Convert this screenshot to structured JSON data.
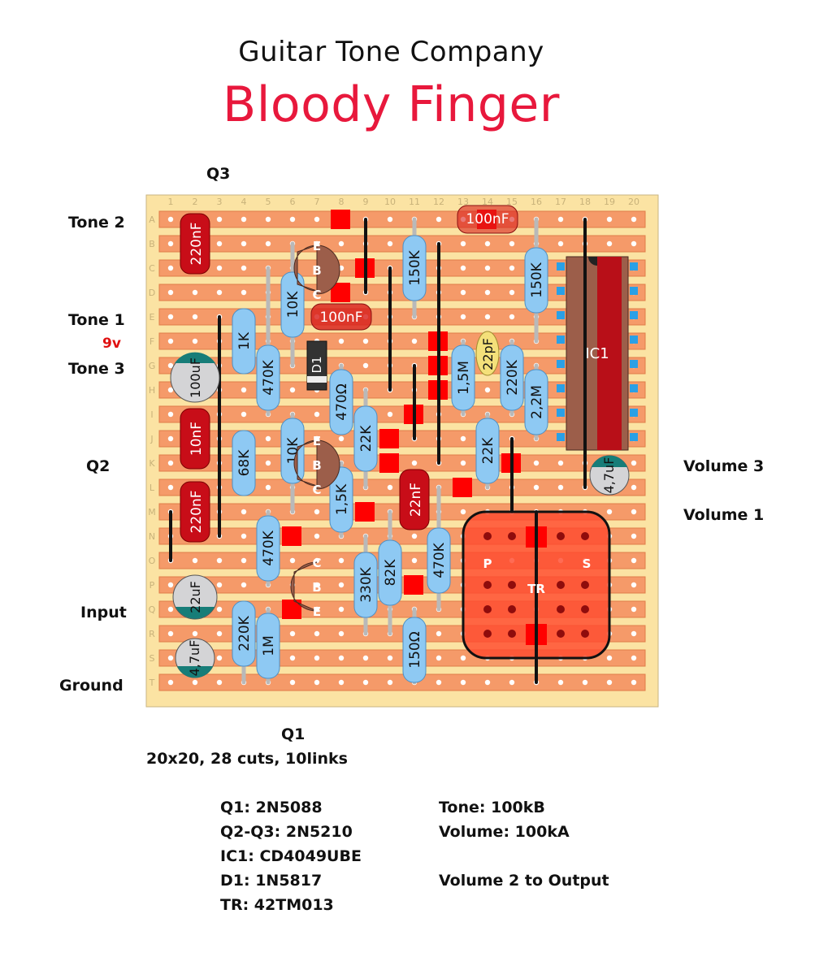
{
  "header": {
    "company": "Guitar Tone Company",
    "title": "Bloody Finger"
  },
  "board": {
    "columns": [
      "1",
      "2",
      "3",
      "4",
      "5",
      "6",
      "7",
      "8",
      "9",
      "10",
      "11",
      "12",
      "13",
      "14",
      "15",
      "16",
      "17",
      "18",
      "19",
      "20"
    ],
    "rows": [
      "A",
      "B",
      "C",
      "D",
      "E",
      "F",
      "G",
      "H",
      "I",
      "J",
      "K",
      "L",
      "M",
      "N",
      "O",
      "P",
      "Q",
      "R",
      "S",
      "T"
    ],
    "colors": {
      "board": "#fbe3a3",
      "strip": "#f59a69",
      "cut": "#ff0000",
      "resistor": "#8ec9f3",
      "film_cap": "#c80d18",
      "transistor": "#9c5e4a"
    }
  },
  "labels": {
    "q3": "Q3",
    "tone2": "Tone 2",
    "tone1": "Tone 1",
    "v9": "9v",
    "tone3": "Tone 3",
    "q2": "Q2",
    "input": "Input",
    "ground": "Ground",
    "volume3": "Volume 3",
    "volume1": "Volume 1",
    "q1": "Q1"
  },
  "components": {
    "c_220n_top": "220nF",
    "c_100u": "100uF",
    "c_10n": "10nF",
    "c_220n_bot": "220nF",
    "c_22u": "22uF",
    "c_4u7_left": "4,7uF",
    "r_1k": "1K",
    "r_68k": "68K",
    "r_220k_left": "220K",
    "r_470k_a": "470K",
    "r_470k_b": "470K",
    "r_1m": "1M",
    "r_10k_a": "10K",
    "r_10k_b": "10K",
    "q3_e": "E",
    "q3_b": "B",
    "q3_c": "C",
    "q2_e": "E",
    "q2_b": "B",
    "q2_c": "C",
    "q1_c": "C",
    "q1_b": "B",
    "q1_e": "E",
    "c_100n_mid": "100nF",
    "d1": "D1",
    "r_470ohm": "470Ω",
    "r_22k_a": "22K",
    "r_1k5": "1,5K",
    "r_330k": "330K",
    "r_82k": "82K",
    "r_150k_a": "150K",
    "c_22n": "22nF",
    "r_150ohm": "150Ω",
    "r_470k_c": "470K",
    "r_1m5": "1,5M",
    "c_22p": "22pF",
    "c_100n_top": "100nF",
    "r_220k_right": "220K",
    "r_22k_b": "22K",
    "r_150k_b": "150K",
    "r_2m2": "2,2M",
    "ic1": "IC1",
    "c_4u7_right": "4,7uF",
    "tr_p": "P",
    "tr_s": "S",
    "tr": "TR"
  },
  "notes": {
    "stats": "20x20, 28 cuts, 10links",
    "left": [
      "Q1: 2N5088",
      "Q2-Q3: 2N5210",
      "IC1: CD4049UBE",
      "D1: 1N5817",
      "TR: 42TM013"
    ],
    "right": [
      "Tone: 100kB",
      "Volume: 100kA",
      "",
      "Volume 2 to Output"
    ]
  }
}
